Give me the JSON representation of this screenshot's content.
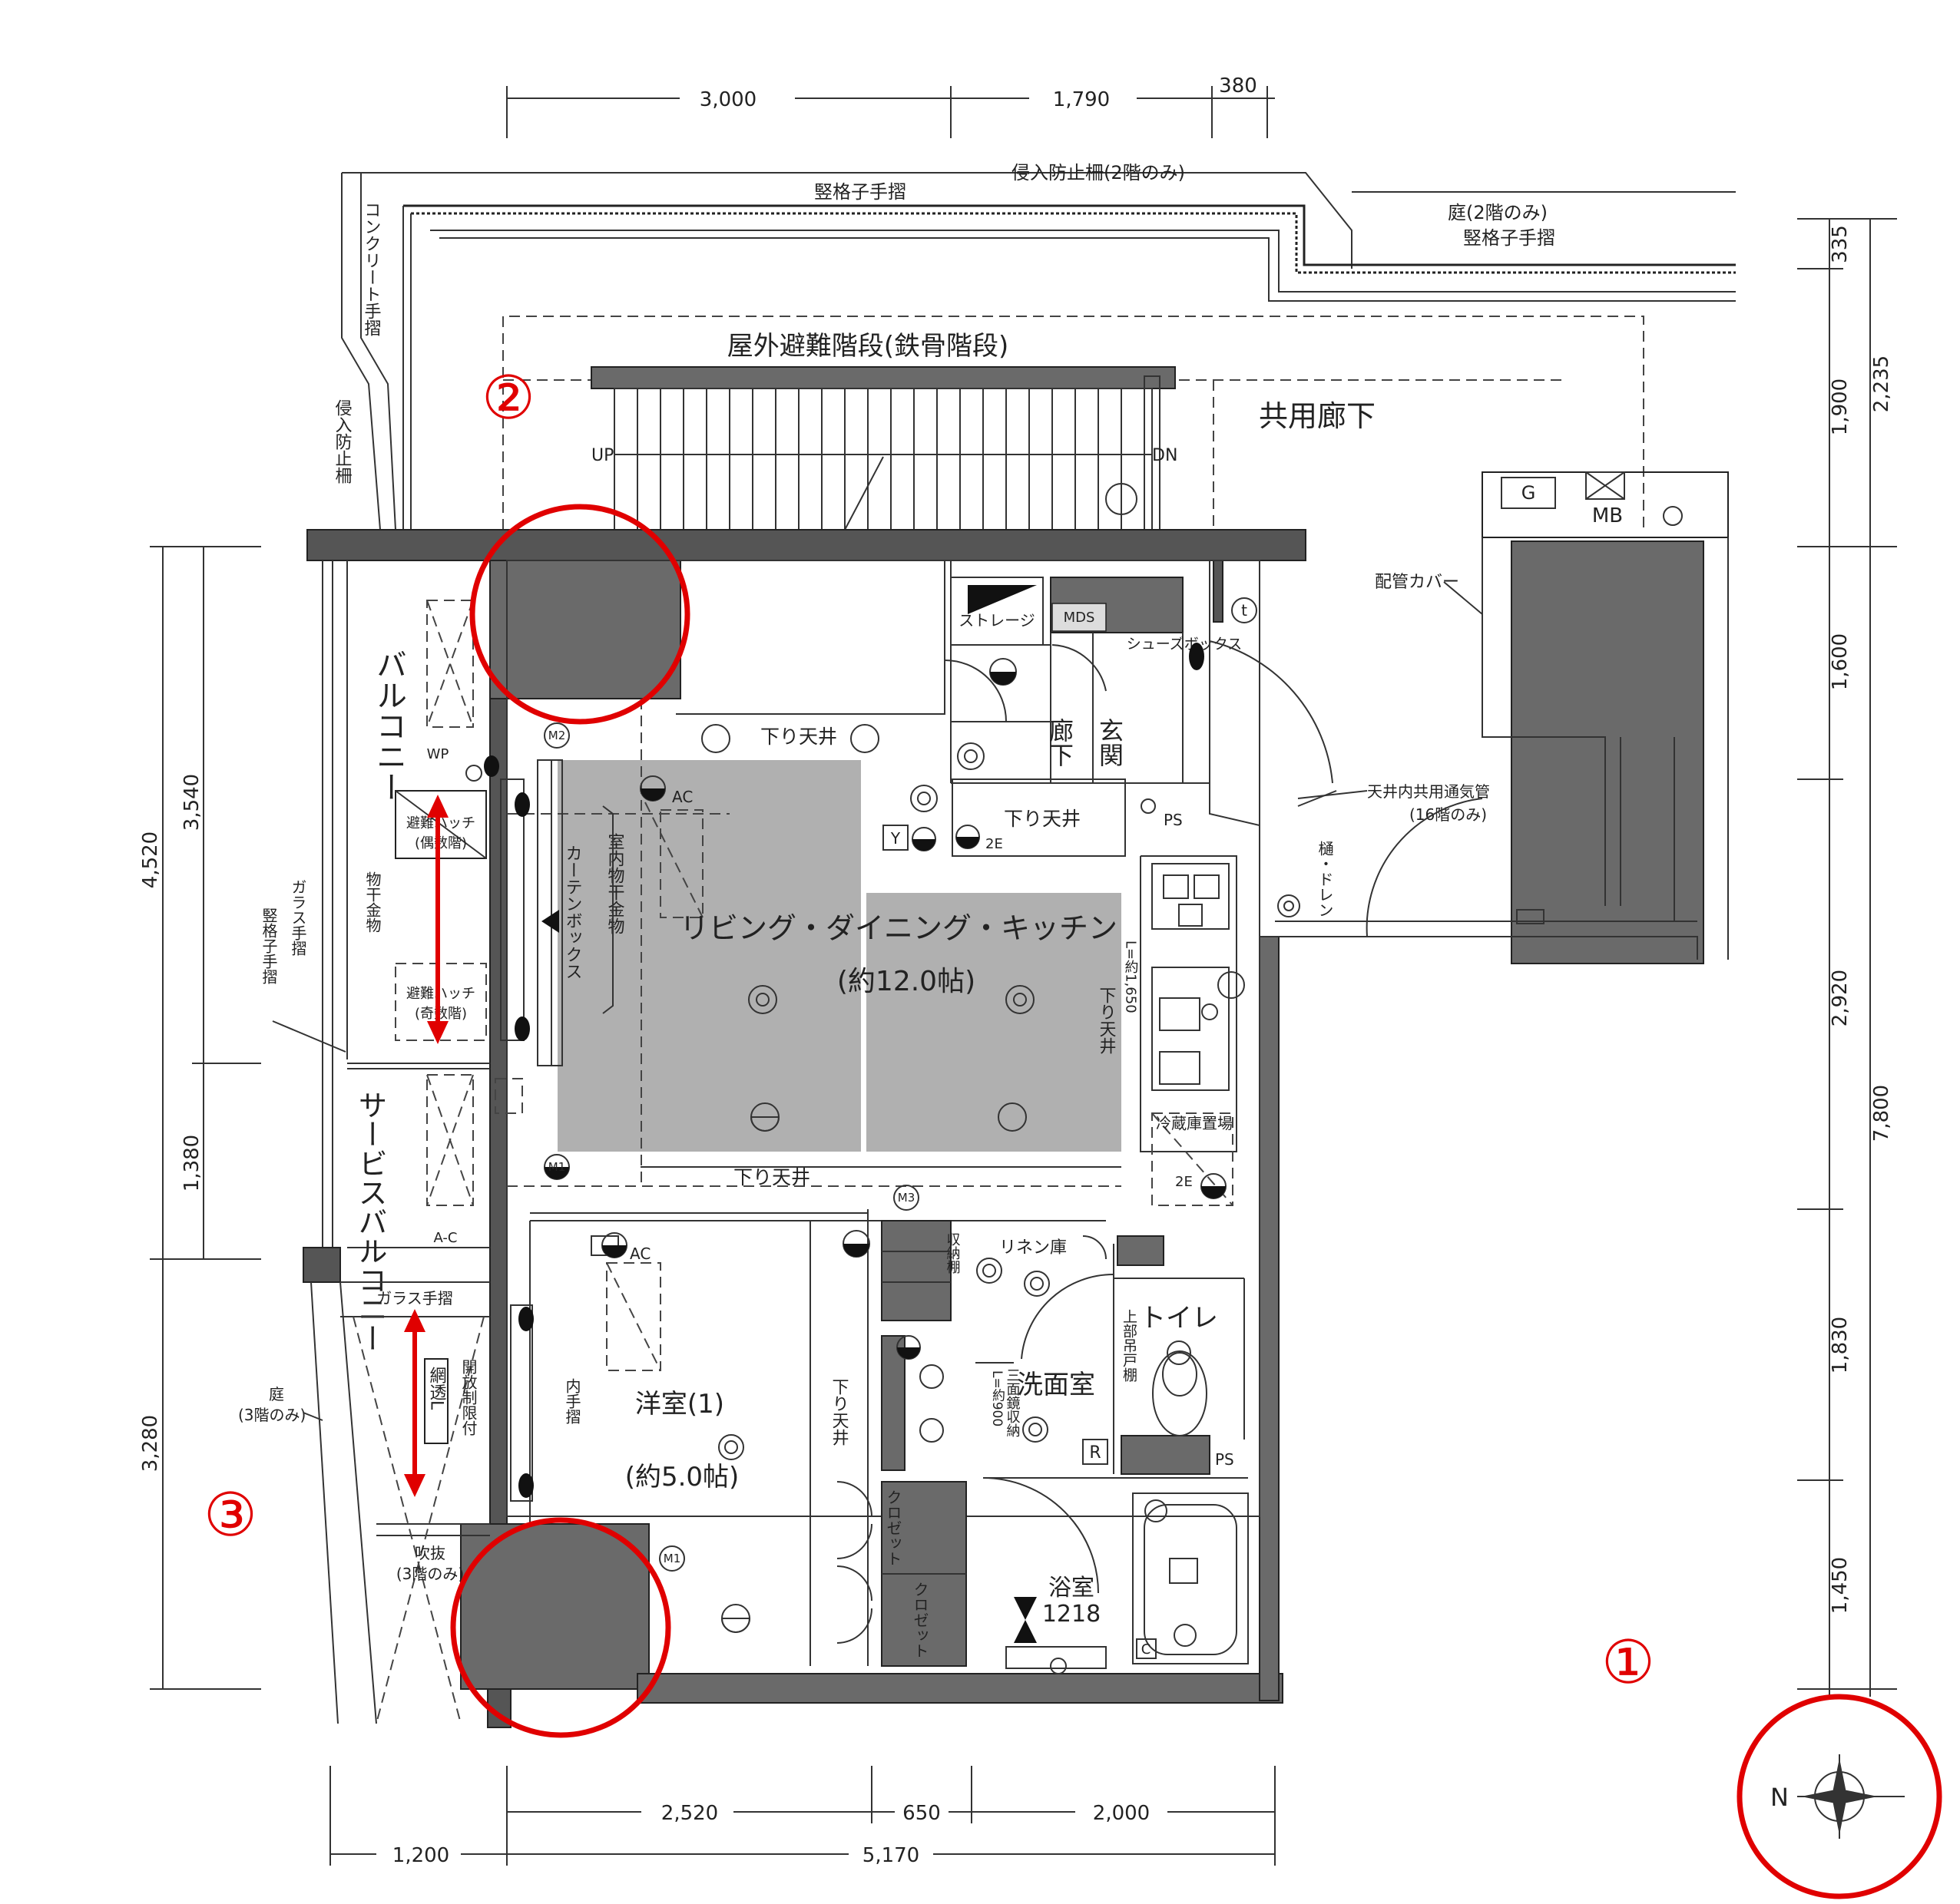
{
  "dimensions": {
    "top": [
      "3,000",
      "1,790",
      "380"
    ],
    "bottom_row1": [
      "2,520",
      "650",
      "2,000"
    ],
    "bottom_row2": [
      "1,200",
      "5,170"
    ],
    "left_outer": [
      "4,520",
      "3,280"
    ],
    "left_inner": [
      "3,540",
      "1,380"
    ],
    "right_inner": [
      "335",
      "1,900",
      "1,600",
      "2,920",
      "1,830",
      "1,450"
    ],
    "right_outer": [
      "2,235",
      "7,800"
    ]
  },
  "labels": {
    "intrusion_fence_2f": "侵入防止柵(2階のみ)",
    "vertical_handrail_top": "竪格子手摺",
    "garden_2f": "庭(2階のみ)",
    "vertical_handrail_right": "竪格子手摺",
    "concrete_handrail": "コンクリート手摺",
    "intrusion_fence_left": "侵入防止柵",
    "outdoor_stairs": "屋外避難階段(鉄骨階段)",
    "common_corridor": "共用廊下",
    "up": "UP",
    "dn": "DN",
    "gas_meter": "G",
    "mb": "MB",
    "pipe_cover": "配管カバー",
    "storage": "ストレージ",
    "mds": "MDS",
    "shoes_box": "シューズボックス",
    "lower_ceiling_1": "下り天井",
    "hallway": "廊下",
    "entrance": "玄関",
    "lower_ceiling_2": "下り天井",
    "ps_top": "PS",
    "vent_pipe": "天井内共用通気管",
    "vent_pipe_note": "(16階のみ)",
    "gutter_drain": "樋・ドレン",
    "balcony": "バルコニー",
    "evac_hatch_lower": "避難ハッチ",
    "evac_hatch_lower_note": "(偶数階)",
    "evac_hatch_upper": "避難ハッチ",
    "evac_hatch_upper_note": "(奇数階)",
    "laundry_hanger_balcony": "物干金物",
    "glass_handrail": "ガラス手摺",
    "vertical_handrail_left": "竪格子手摺",
    "curtain_box": "カーテンボックス",
    "indoor_laundry": "室内物干金物",
    "ldk": "リビング・ダイニング・キッチン",
    "ldk_area": "(約12.0帖)",
    "lower_ceiling_kitchen": "下り天井",
    "kitchen_l": "L=約1,650",
    "fridge_space": "冷蔵庫置場",
    "service_balcony": "サービスバルコニー",
    "lower_ceiling_3": "下り天井",
    "ac_label_1": "A-C",
    "ac_label_2": "AC",
    "glass_handrail_2": "ガラス手摺",
    "mesh_fence": "網透L",
    "lattice_limit": "開放制限付",
    "inner_handrail": "内手摺",
    "western_room": "洋室(1)",
    "western_area": "(約5.0帖)",
    "lower_ceiling_4": "下り天井",
    "linen": "リネン庫",
    "storage_shelves": "収納棚",
    "washroom": "洗面室",
    "washroom_storage": "三面鏡収納",
    "washroom_l": "L=約900",
    "toilet": "トイレ",
    "toilet_cabinet": "上部吊戸棚",
    "bath": "浴室",
    "bath_size": "1218",
    "closet_1": "クロゼット",
    "closet_2": "クロゼット",
    "garden_3f": "庭",
    "garden_3f_note": "(3階のみ)",
    "atrium": "吹抜",
    "atrium_note": "(3階のみ)",
    "ps_bottom": "PS",
    "m1": "M1",
    "m2": "M2",
    "m3": "M3",
    "wp": "WP",
    "y": "Y",
    "e2_1": "2E",
    "e2_2": "2E",
    "r": "R",
    "c": "C",
    "t": "t",
    "north": "N"
  },
  "markers": [
    "①",
    "②",
    "③"
  ],
  "colors": {
    "annotation": "#e00000",
    "wall": "#555555",
    "shade": "#9a9a9a"
  }
}
